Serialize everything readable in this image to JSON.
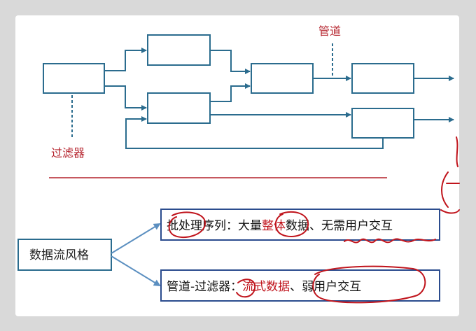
{
  "pipeline_label": "管道",
  "filter_label": "过滤器",
  "root_box": "数据流风格",
  "batch_row": {
    "prefix": "批处理序列：大量",
    "highlight": "整体",
    "suffix": "数据、无需用户交互"
  },
  "pipe_row": {
    "prefix": "管道-过滤器：",
    "highlight": "流式数据",
    "suffix": "、弱用户交互"
  },
  "colors": {
    "box_stroke": "#2b6c8e",
    "red_ink": "#c0141c",
    "red_divider": "#b4202a"
  }
}
